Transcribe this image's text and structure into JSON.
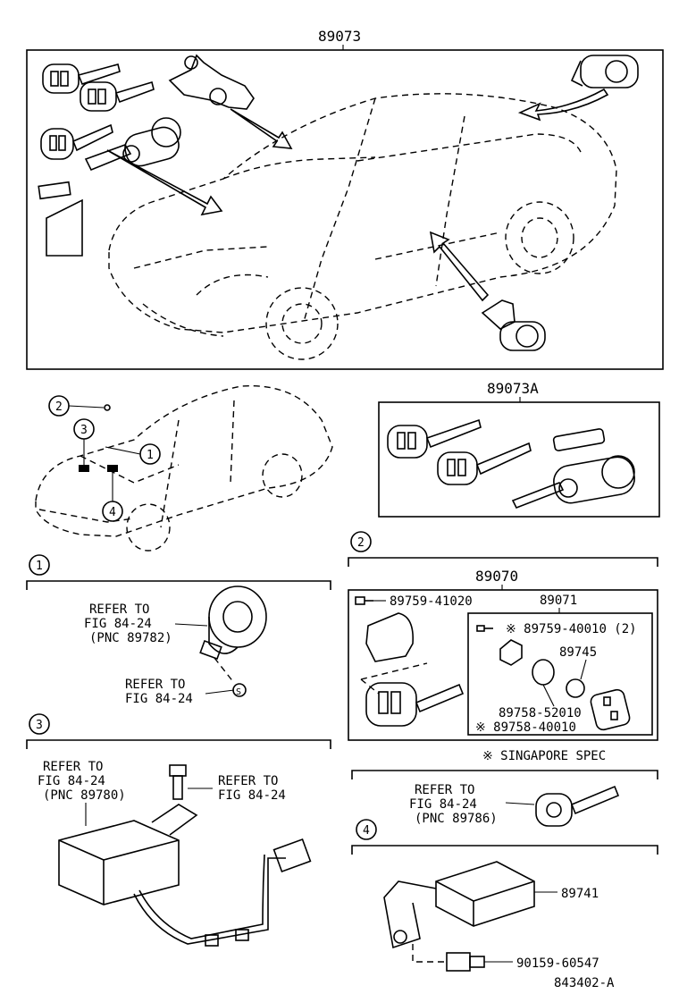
{
  "top": {
    "part_number": "89073"
  },
  "kit_a": {
    "part_number": "89073A"
  },
  "callouts": [
    "1",
    "2",
    "3",
    "4"
  ],
  "section1": {
    "number": "1",
    "refer1": [
      "REFER TO",
      "FIG 84-24",
      "(PNC 89782)"
    ],
    "refer2": [
      "REFER TO",
      "FIG 84-24"
    ],
    "s_mark": "S"
  },
  "section2": {
    "number": "2",
    "assembly": "89070",
    "sub_assembly": "89071",
    "p1": "89759-41020",
    "p2": "※ 89759-40010 (2)",
    "p3": "89745",
    "p4": "89758-52010",
    "p5": "※ 89758-40010",
    "note": "※ SINGAPORE SPEC",
    "refer": [
      "REFER TO",
      "FIG 84-24",
      "(PNC 89786)"
    ]
  },
  "section3": {
    "number": "3",
    "refer1": [
      "REFER TO",
      "FIG 84-24",
      "(PNC 89780)"
    ],
    "refer2": [
      "REFER TO",
      "FIG 84-24"
    ]
  },
  "section4": {
    "number": "4",
    "p1": "89741",
    "p2": "90159-60547"
  },
  "figure_id": "843402-A"
}
